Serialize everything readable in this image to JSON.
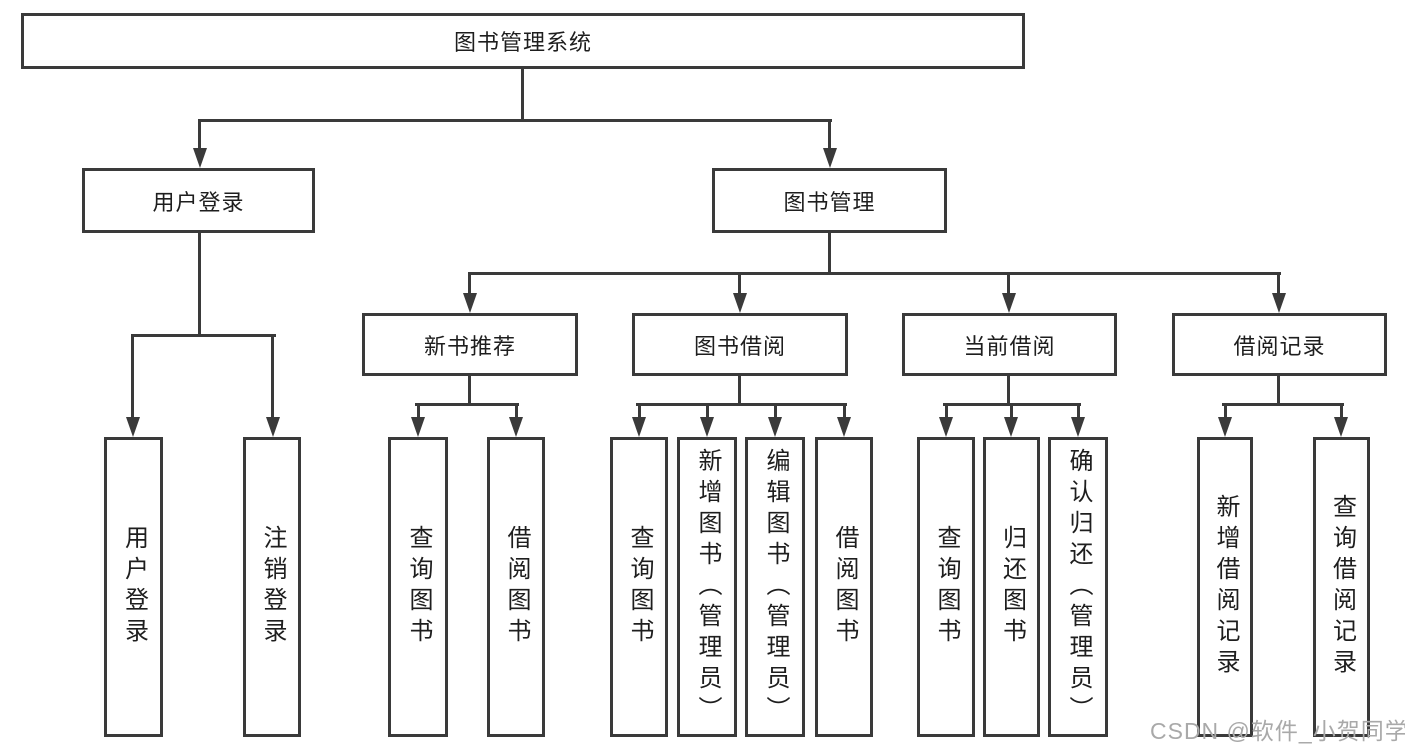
{
  "watermark": {
    "text": "CSDN @软件_小贺同学"
  },
  "colors": {
    "line": "#3a3a3a",
    "box_border": "#3a3a3a",
    "box_fill": "#ffffff",
    "text": "#1e1e1e",
    "watermark": "#a9a9a9"
  },
  "tree": {
    "root": {
      "label": "图书管理系统",
      "children": [
        {
          "label": "用户登录",
          "children": [
            {
              "label": "用户登录"
            },
            {
              "label": "注销登录"
            }
          ]
        },
        {
          "label": "图书管理",
          "children": [
            {
              "label": "新书推荐",
              "children": [
                {
                  "label": "查询图书"
                },
                {
                  "label": "借阅图书"
                }
              ]
            },
            {
              "label": "图书借阅",
              "children": [
                {
                  "label": "查询图书"
                },
                {
                  "label": "新增图书（管理员）"
                },
                {
                  "label": "编辑图书（管理员）"
                },
                {
                  "label": "借阅图书"
                }
              ]
            },
            {
              "label": "当前借阅",
              "children": [
                {
                  "label": "查询图书"
                },
                {
                  "label": "归还图书"
                },
                {
                  "label": "确认归还（管理员）"
                }
              ]
            },
            {
              "label": "借阅记录",
              "children": [
                {
                  "label": "新增借阅记录"
                },
                {
                  "label": "查询借阅记录"
                }
              ]
            }
          ]
        }
      ]
    }
  }
}
